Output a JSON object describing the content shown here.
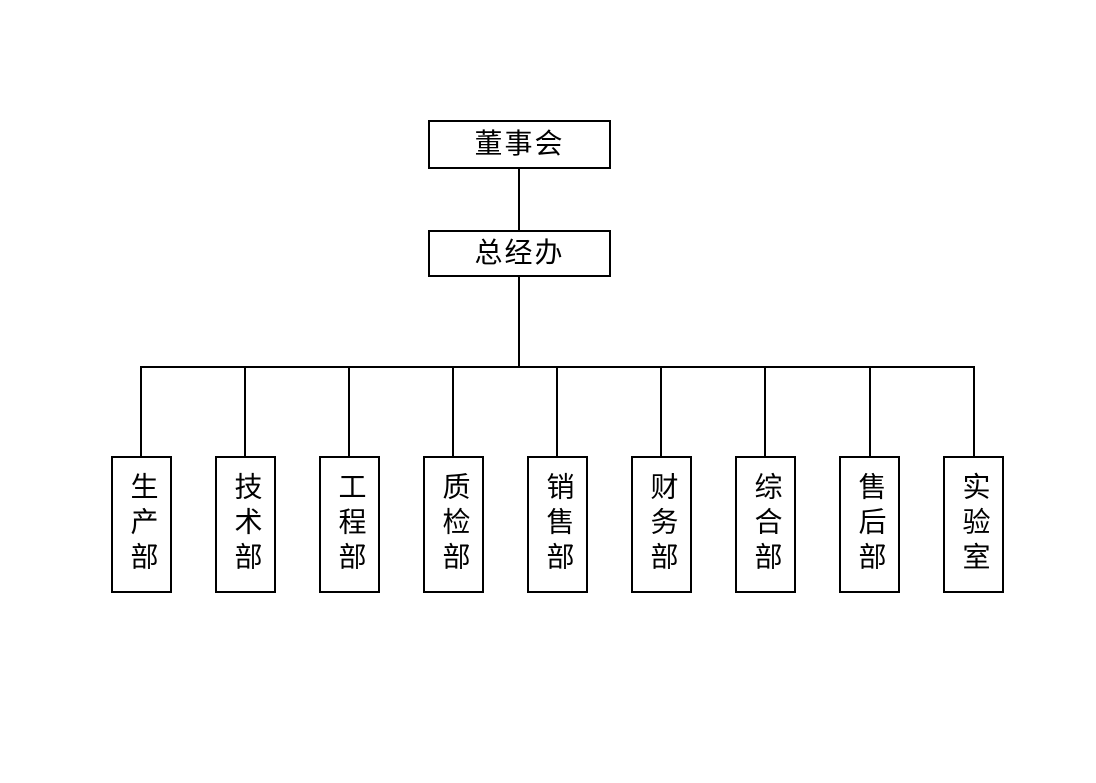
{
  "colors": {
    "background": "#ffffff",
    "line": "#000000",
    "text": "#000000"
  },
  "org_chart": {
    "root": {
      "label": "董事会"
    },
    "executive_office": {
      "label": "总经办"
    },
    "departments": [
      {
        "label": "生产部"
      },
      {
        "label": "技术部"
      },
      {
        "label": "工程部"
      },
      {
        "label": "质检部"
      },
      {
        "label": "销售部"
      },
      {
        "label": "财务部"
      },
      {
        "label": "综合部"
      },
      {
        "label": "售后部"
      },
      {
        "label": "实验室"
      }
    ]
  }
}
